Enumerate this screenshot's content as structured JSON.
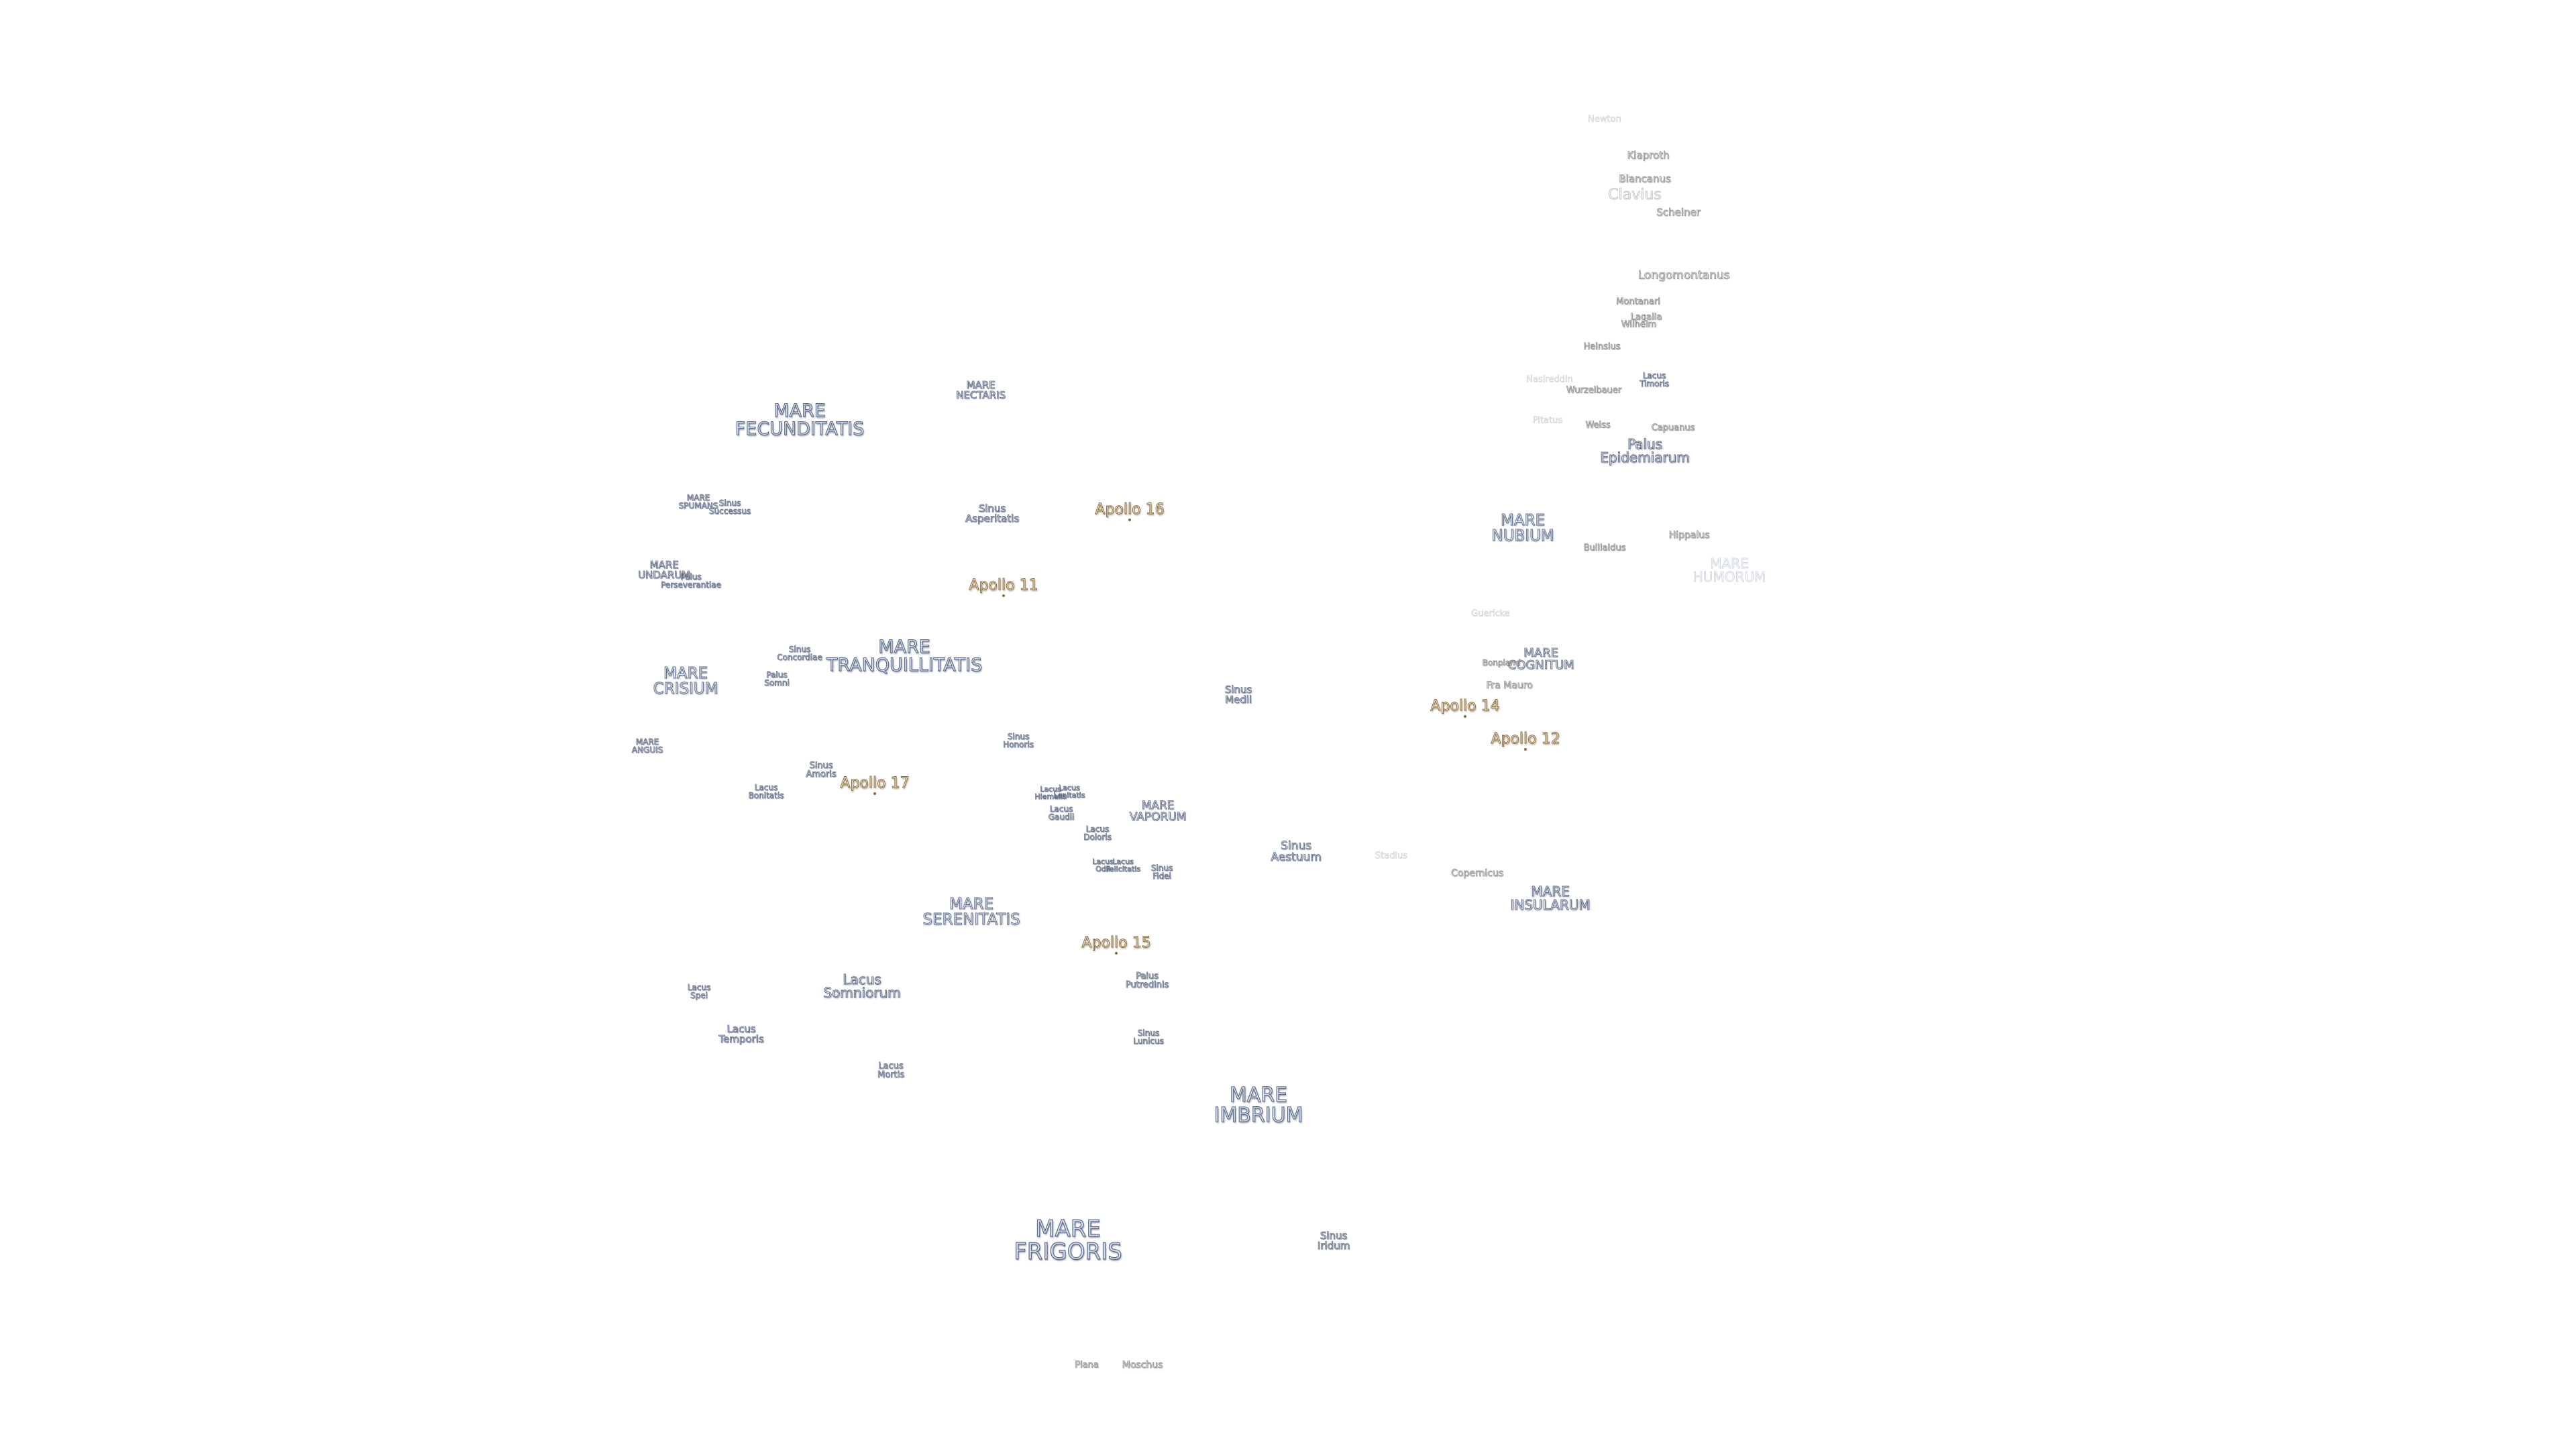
{
  "labels": {
    "newton": "Newton",
    "klaproth": "Klaproth",
    "blancanus": "Blancanus",
    "clavius": "Clavius",
    "scheiner": "Scheiner",
    "longomontanus": "Longomontanus",
    "montanari": "Montanari",
    "lagalla": "Lagalla",
    "wilhelm": "Wilhelm",
    "heinsius": "Heinsius",
    "lacus_timoris": "Lacus\nTimoris",
    "nasireddin": "Nasireddin",
    "wurzelbauer": "Wurzelbauer",
    "pitatus": "Pitatus",
    "weiss": "Weiss",
    "capuanus": "Capuanus",
    "palus_epidemiarum": "Palus\nEpidemiarum",
    "mare_nubium": "MARE\nNUBIUM",
    "bullialdus": "Bullialdus",
    "hippalus": "Hippalus",
    "mare_humorum": "MARE\nHUMORUM",
    "guericke": "Guericke",
    "mare_cognitum": "MARE\nCOGNITUM",
    "bonpland": "Bonpland",
    "fra_mauro": "Fra Mauro",
    "mare_fecunditatis": "MARE\nFECUNDITATIS",
    "mare_nectaris": "MARE\nNECTARIS",
    "mare_spumans": "MARE\nSPUMANS",
    "sinus_successus": "Sinus\nSuccessus",
    "sinus_asperitatis": "Sinus\nAsperitatis",
    "mare_undarum": "MARE\nUNDARUM",
    "palus_perseverantiae": "Palus\nPerseverantiae",
    "mare_tranquillitatis": "MARE\nTRANQUILLITATIS",
    "sinus_concordiae": "Sinus\nConcordiae",
    "palus_somni": "Palus\nSomni",
    "mare_crisium": "MARE\nCRISIUM",
    "sinus_medii": "Sinus\nMedii",
    "mare_anguis": "MARE\nANGUIS",
    "sinus_honoris": "Sinus\nHonoris",
    "sinus_amoris": "Sinus\nAmoris",
    "lacus_bonitatis": "Lacus\nBonitatis",
    "lacus_hiemalis": "Lacus\nHiemalis",
    "lacus_lenitatis": "Lacus\nLenitatis",
    "lacus_gaudii": "Lacus\nGaudii",
    "mare_vaporum": "MARE\nVAPORUM",
    "lacus_doloris": "Lacus\nDoloris",
    "lacus_odii": "Lacus\nOdii",
    "lacus_felicitatis": "Lacus\nFelicitatis",
    "sinus_fidei": "Sinus\nFidei",
    "sinus_aestuum": "Sinus\nAestuum",
    "stadius": "Stadius",
    "copernicus": "Copernicus",
    "mare_insularum": "MARE\nINSULARUM",
    "mare_serenitatis": "MARE\nSERENITATIS",
    "lacus_spei": "Lacus\nSpei",
    "lacus_somniorum": "Lacus\nSomniorum",
    "palus_putredinis": "Palus\nPutredinis",
    "lacus_temporis": "Lacus\nTemporis",
    "sinus_lunicus": "Sinus\nLunicus",
    "lacus_mortis": "Lacus\nMortis",
    "mare_imbrium": "MARE\nIMBRIUM",
    "mare_frigoris": "MARE\nFRIGORIS",
    "sinus_iridum": "Sinus\nIridum",
    "plana": "Plana",
    "moschus": "Moschus"
  },
  "apollo": {
    "a16": "Apollo 16",
    "a11": "Apollo 11",
    "a14": "Apollo 14",
    "a12": "Apollo 12",
    "a17": "Apollo 17",
    "a15": "Apollo 15"
  },
  "colors": {
    "mare_fill": "#d6dff0",
    "mare_outline": "#5d6b87",
    "crater_outline": "#8d8d8d",
    "apollo_fill": "#f5e2c4",
    "apollo_outline": "#8a6a3c",
    "background": "#ffffff"
  }
}
